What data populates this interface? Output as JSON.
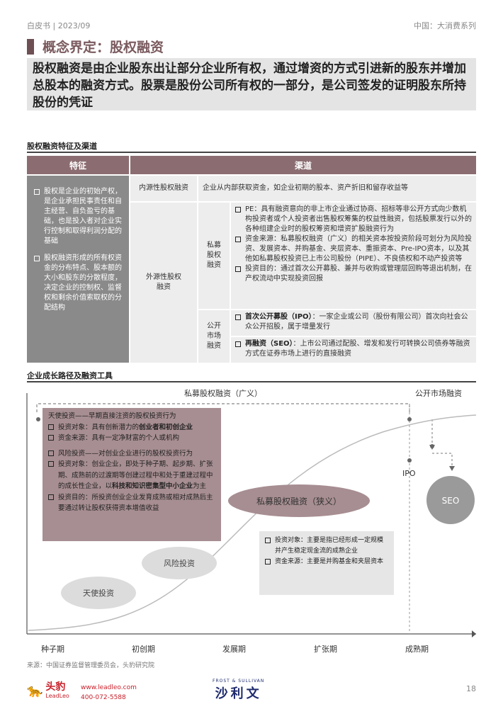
{
  "header": {
    "left": "白皮书 | 2023/09",
    "right": "中国：大消费系列"
  },
  "title": "概念界定：股权融资",
  "intro": "股权融资是由企业股东出让部分企业所有权，通过增资的方式引进新的股东并增加总股本的融资方式。股票是股份公司所有权的一部分，是公司签发的证明股东所持股份的凭证",
  "table_section": {
    "title": "股权融资特征及渠道",
    "col_feature": "特征",
    "col_channel": "渠道",
    "features": [
      "股权是企业的初始产权，是企业承担民事责任和自主经营、自负盈亏的基础，也是投入者对企业实行控制和取得利润分配的基础",
      "股权融资形成的所有权资金的分布特点、股本额的大小和股东的分散程度，决定企业的控制权、监督权和剩余价值索取权的分配结构"
    ],
    "internal": {
      "label": "内源性股权融资",
      "desc": "企业从内部获取资金，如企业初期的股本、资产折旧和留存收益等"
    },
    "external": {
      "label": "外源性股权融资",
      "private": {
        "label": "私募股权融资",
        "items": [
          "PE：具有融资意向的非上市企业通过协商、招标等非公开方式向少数机构投资者或个人投资者出售股权筹集的权益性融资，包括股票发行以外的各种组建企业时的股权筹资和增资扩股融资行为",
          "资金来源：私募股权融资（广义）的相关资本按投资阶段可划分为风险投资、发展资本、并购基金、夹层资本、重振资本、Pre-IPO资本，以及其他如私募股权投资已上市公司股份（PIPE）、不良债权和不动产投资等",
          "投资目的：通过首次公开募股、兼并与收购或管理层回购等退出机制，在产权流动中实现投资回报"
        ]
      },
      "public": {
        "label": "公开市场融资",
        "ipo_bold": "首次公开募股（IPO）",
        "ipo_text": "：一家企业或公司（股份有限公司）首次向社会公众公开招股，属于增量发行",
        "seo_bold": "再融资（SEO）",
        "seo_text": "：上市公司通过配股、增发和发行可转换公司债券等融资方式在证券市场上进行的直接融资"
      }
    }
  },
  "chart_section": {
    "title": "企业成长路径及融资工具",
    "pe_broad": "私募股权融资（广义）",
    "public_market": "公开市场融资",
    "stages": [
      "种子期",
      "初创期",
      "发展期",
      "扩张期",
      "成熟期"
    ],
    "angel_title": "天使投资——早期直接注资的股权投资行为",
    "angel_items": [
      {
        "pre": "投资对象：具有创新潜力的",
        "bold": "创业者和初创企业",
        "post": ""
      },
      {
        "pre": "资金来源：具有一定净财富的个人或机构",
        "bold": "",
        "post": ""
      }
    ],
    "vc_title": "风险投资——对创业企业进行的股权投资行为",
    "vc_items": [
      {
        "pre": "投资对象：创业企业，即处于种子期、起步期、扩张期、成熟前的过渡期等创建过程中和处于重建过程中的成长性企业，以",
        "bold": "科技和知识密集型中小企业",
        "post": "为主"
      },
      {
        "pre": "投资目的：所投资创业企业发育成熟或相对成熟后主要通过转让股权获得资本增值收益",
        "bold": "",
        "post": ""
      }
    ],
    "pe_narrow": "私募股权融资（狭义）",
    "pe_narrow_items": [
      "投资对象：主要是指已经形成一定规模并产生稳定现金流的成熟企业",
      "资金来源：主要是并购基金和夹层资本"
    ],
    "vc_label": "风险投资",
    "angel_label": "天使投资",
    "ipo": "IPO",
    "seo": "SEO"
  },
  "footer": {
    "source": "来源：中国证券监督管理委员会，头豹研究院",
    "brand_cn": "头豹",
    "brand_en": "LeadLeo",
    "website": "www.leadleo.com",
    "phone": "400-072-5588",
    "partner_en": "FROST & SULLIVAN",
    "partner_cn": "沙利文",
    "page": "18"
  },
  "colors": {
    "accent": "#8b6d71",
    "feature_bg": "#8a8a8a",
    "cell_bg": "#ededed"
  }
}
